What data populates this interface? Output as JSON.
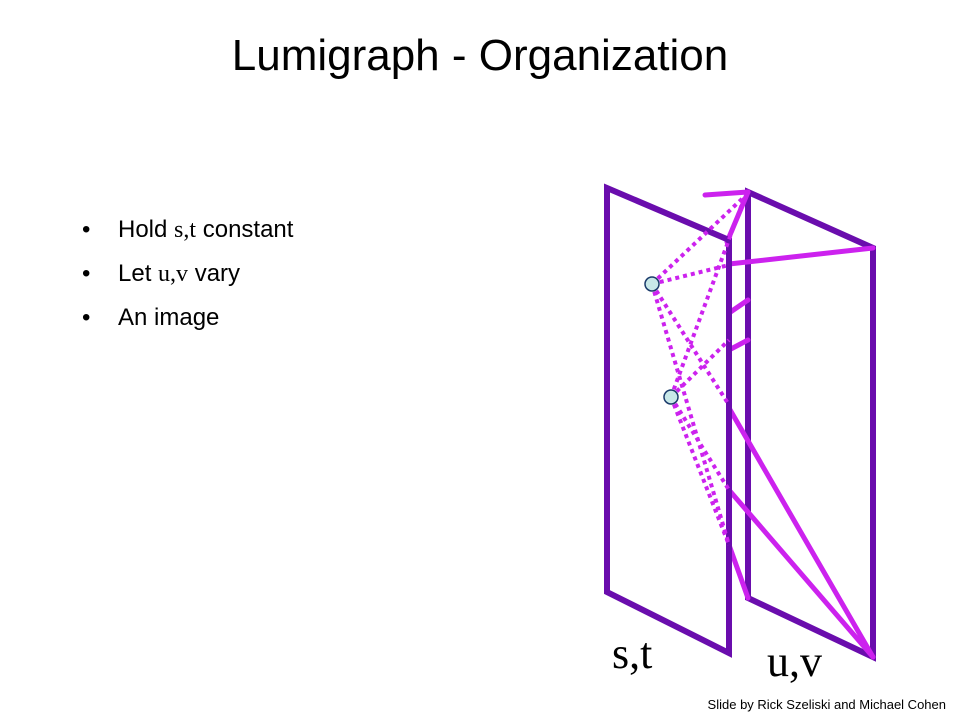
{
  "slide": {
    "title": "Lumigraph - Organization",
    "bullets": [
      {
        "prefix": "Hold ",
        "variable": "s,t",
        "suffix": " constant"
      },
      {
        "prefix": "Let ",
        "variable": "u,v",
        "suffix": " vary"
      },
      {
        "prefix": "An image",
        "variable": "",
        "suffix": ""
      }
    ],
    "bullet_glyph": "•",
    "credit": "Slide by Rick Szeliski and Michael Cohen"
  },
  "diagram": {
    "labels": {
      "st_plane": "s,t",
      "uv_plane": "u,v"
    },
    "colors": {
      "plane_border": "#6a0dad",
      "rays": "#cc22ee",
      "points_fill": "#c8e8e8",
      "points_stroke": "#1a3a6a"
    }
  }
}
